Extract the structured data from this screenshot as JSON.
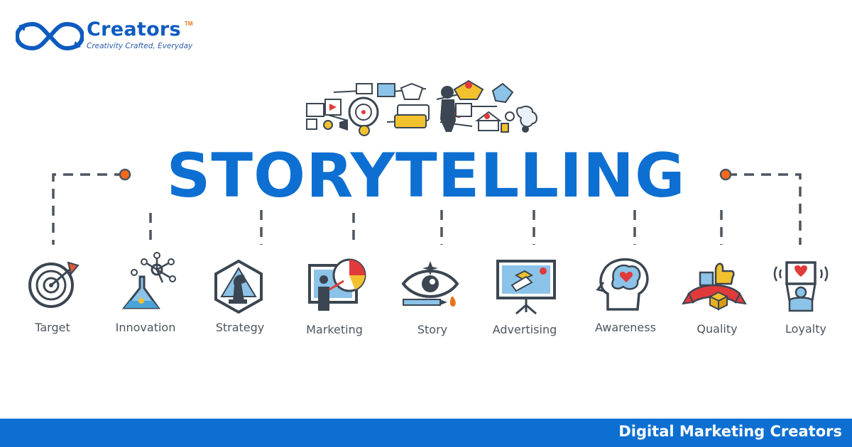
{
  "brand": {
    "name": "Creators",
    "trademark": "TM",
    "tagline": "Creativity Crafted, Everyday",
    "colors": {
      "blue": "#0d6fd1",
      "orange": "#e8731a"
    }
  },
  "title": "STORYTELLING",
  "items": [
    {
      "label": "Target",
      "icon": "target-icon"
    },
    {
      "label": "Innovation",
      "icon": "innovation-icon"
    },
    {
      "label": "Strategy",
      "icon": "strategy-icon"
    },
    {
      "label": "Marketing",
      "icon": "marketing-icon"
    },
    {
      "label": "Story",
      "icon": "story-icon"
    },
    {
      "label": "Advertising",
      "icon": "advertising-icon"
    },
    {
      "label": "Awareness",
      "icon": "awareness-icon"
    },
    {
      "label": "Quality",
      "icon": "quality-icon"
    },
    {
      "label": "Loyalty",
      "icon": "loyalty-icon"
    }
  ],
  "footer": {
    "text": "Digital Marketing Creators"
  }
}
